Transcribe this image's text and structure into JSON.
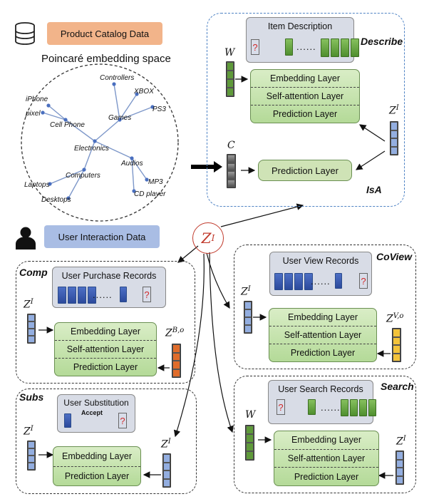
{
  "product": {
    "tag": "Product Catalog Data",
    "space_title": "Poincaré embedding space",
    "nodes": {
      "iphone": "iPhone",
      "pixel": "pixel",
      "cellphone": "Cell Phone",
      "controllers": "Controllers",
      "xbox": "XBOX",
      "games": "Games",
      "ps3": "PS3",
      "electronics": "Electronics",
      "audios": "Audios",
      "computers": "Computers",
      "mp3": "MP3",
      "cdplayer": "CD player",
      "laptops": "Laptops",
      "desktops": "Desktops"
    }
  },
  "user": {
    "tag": "User Interaction Data"
  },
  "center": {
    "symbol": "Z",
    "sup": "I"
  },
  "layers": {
    "embedding": "Embedding Layer",
    "attention": "Self-attention Layer",
    "prediction": "Prediction Layer"
  },
  "describe": {
    "title": "Describe",
    "records": "Item Description",
    "w": "W",
    "zi": "Z",
    "zi_sup": "I",
    "isa_title": "IsA",
    "c": "C"
  },
  "coview": {
    "title": "CoView",
    "records": "User View Records",
    "zi": "Z",
    "zi_sup": "I",
    "zvo": "Z",
    "zvo_sup": "V,o"
  },
  "comp": {
    "title": "Comp",
    "records": "User Purchase Records",
    "zi": "Z",
    "zi_sup": "I",
    "zbo": "Z",
    "zbo_sup": "B,o"
  },
  "subs": {
    "title": "Subs",
    "records": "User Substitution",
    "accept": "Accept",
    "zi_left": "Z",
    "zi_left_sup": "I",
    "zi_right": "Z",
    "zi_right_sup": "I"
  },
  "search": {
    "title": "Search",
    "records": "User Search Records",
    "w": "W",
    "zi": "Z",
    "zi_sup": "I"
  },
  "question_mark": "?",
  "ellipsis": "......"
}
